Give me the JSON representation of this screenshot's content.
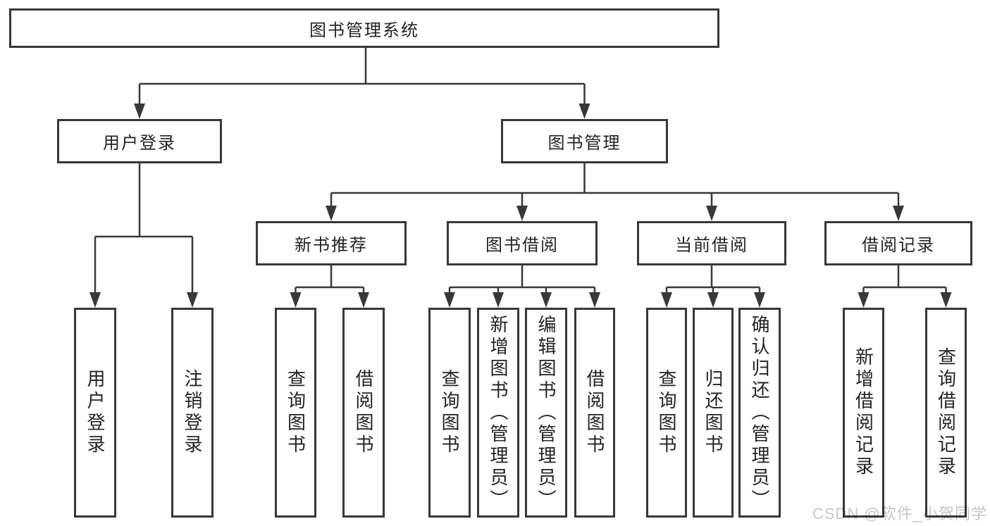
{
  "diagram_title": "图书管理系统",
  "watermark": "CSDN @软件_小贺同学",
  "colors": {
    "line": "#383838",
    "box_border": "#383838",
    "text": "#232323",
    "watermark": "#c6c6c6",
    "background": "#ffffff"
  },
  "nodes": {
    "root": "图书管理系统",
    "level2": [
      "用户登录",
      "图书管理"
    ],
    "level3": [
      "新书推荐",
      "图书借阅",
      "当前借阅",
      "借阅记录"
    ],
    "user_login_children": [
      "用户登录",
      "注销登录"
    ],
    "new_book_children": [
      "查询图书",
      "借阅图书"
    ],
    "book_borrowing_children": [
      "查询图书",
      "新增图书（管理员）",
      "编辑图书（管理员）",
      "借阅图书"
    ],
    "current_borrowing_children": [
      "查询图书",
      "归还图书",
      "确认归还（管理员）"
    ],
    "borrowing_records_children": [
      "新增借阅记录",
      "查询借阅记录"
    ]
  }
}
